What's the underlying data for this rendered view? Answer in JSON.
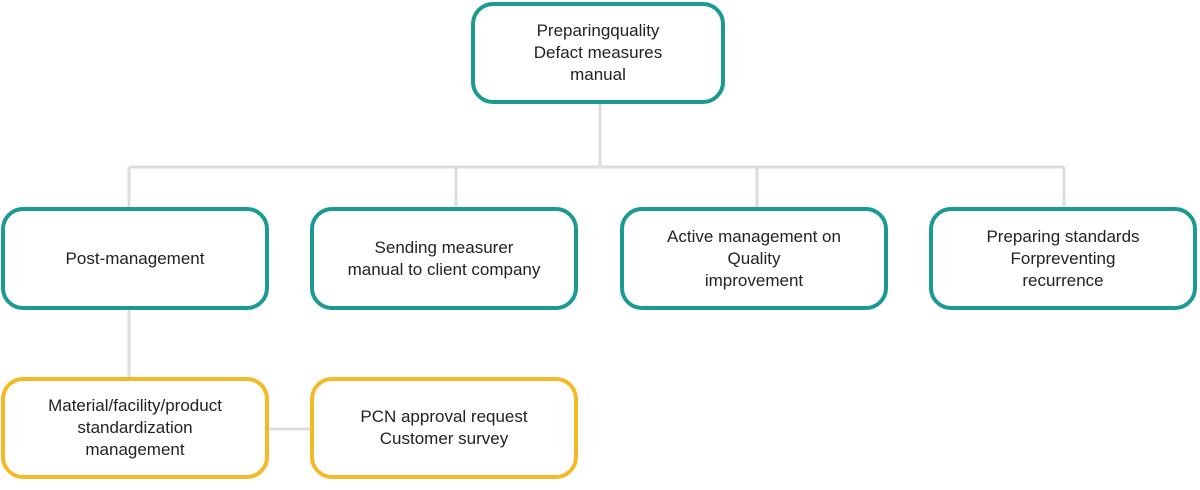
{
  "colors": {
    "primary_border": "#1a9a92",
    "secondary_border": "#f5b927",
    "connector": "#dddddd",
    "text": "#222222"
  },
  "nodes": {
    "root": {
      "lines": [
        "Preparingquality",
        "Defact measures",
        "manual"
      ]
    },
    "post_management": {
      "lines": [
        "Post-management"
      ]
    },
    "sending_manual": {
      "lines": [
        "Sending measurer",
        "manual to client company"
      ]
    },
    "active_management": {
      "lines": [
        "Active management on",
        "Quality",
        "improvement"
      ]
    },
    "preparing_standards": {
      "lines": [
        "Preparing standards",
        "Forpreventing",
        "recurrence"
      ]
    },
    "standardization": {
      "lines": [
        "Material/facility/product",
        "standardization",
        "management"
      ]
    },
    "pcn": {
      "lines": [
        "PCN approval request",
        "Customer survey"
      ]
    }
  }
}
